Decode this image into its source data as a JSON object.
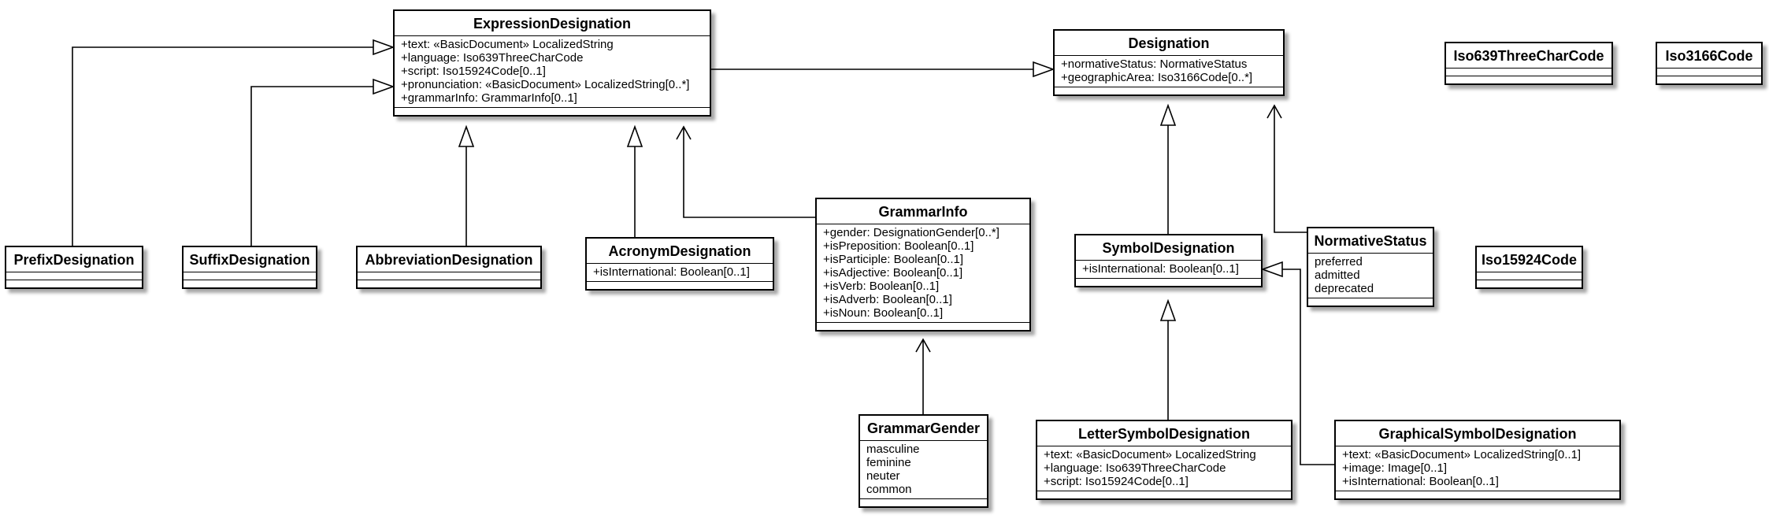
{
  "classes": {
    "expression_designation": {
      "name": "ExpressionDesignation",
      "attributes": [
        "+text: «BasicDocument» LocalizedString",
        "+language: Iso639ThreeCharCode",
        "+script: Iso15924Code[0..1]",
        "+pronunciation: «BasicDocument» LocalizedString[0..*]",
        "+grammarInfo: GrammarInfo[0..1]"
      ]
    },
    "designation": {
      "name": "Designation",
      "attributes": [
        "+normativeStatus: NormativeStatus",
        "+geographicArea: Iso3166Code[0..*]"
      ]
    },
    "iso639": {
      "name": "Iso639ThreeCharCode",
      "attributes": []
    },
    "iso3166": {
      "name": "Iso3166Code",
      "attributes": []
    },
    "prefix_designation": {
      "name": "PrefixDesignation",
      "attributes": []
    },
    "suffix_designation": {
      "name": "SuffixDesignation",
      "attributes": []
    },
    "abbreviation_designation": {
      "name": "AbbreviationDesignation",
      "attributes": []
    },
    "acronym_designation": {
      "name": "AcronymDesignation",
      "attributes": [
        "+isInternational: Boolean[0..1]"
      ]
    },
    "grammar_info": {
      "name": "GrammarInfo",
      "attributes": [
        "+gender: DesignationGender[0..*]",
        "+isPreposition: Boolean[0..1]",
        "+isParticiple: Boolean[0..1]",
        "+isAdjective: Boolean[0..1]",
        "+isVerb: Boolean[0..1]",
        "+isAdverb: Boolean[0..1]",
        "+isNoun: Boolean[0..1]"
      ]
    },
    "symbol_designation": {
      "name": "SymbolDesignation",
      "attributes": [
        "+isInternational: Boolean[0..1]"
      ]
    },
    "normative_status": {
      "name": "NormativeStatus",
      "literals": [
        "preferred",
        "admitted",
        "deprecated"
      ]
    },
    "iso15924": {
      "name": "Iso15924Code",
      "attributes": []
    },
    "grammar_gender": {
      "name": "GrammarGender",
      "literals": [
        "masculine",
        "feminine",
        "neuter",
        "common"
      ]
    },
    "letter_symbol_designation": {
      "name": "LetterSymbolDesignation",
      "attributes": [
        "+text: «BasicDocument» LocalizedString",
        "+language: Iso639ThreeCharCode",
        "+script: Iso15924Code[0..1]"
      ]
    },
    "graphical_symbol_designation": {
      "name": "GraphicalSymbolDesignation",
      "attributes": [
        "+text: «BasicDocument» LocalizedString[0..1]",
        "+image: Image[0..1]",
        "+isInternational: Boolean[0..1]"
      ]
    }
  }
}
